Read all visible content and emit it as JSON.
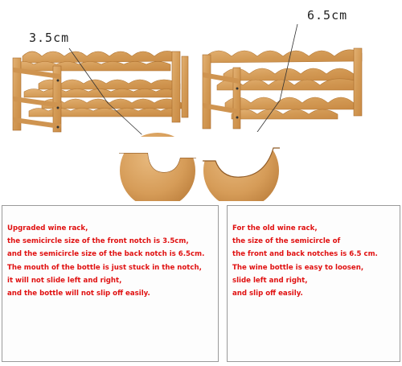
{
  "labels": {
    "upgraded_notch": "3.5cm",
    "old_notch": "6.5cm"
  },
  "panels": {
    "upgraded": [
      "Upgraded wine rack,",
      "the semicircle size of the front notch is 3.5cm,",
      "and the semicircle size of the back notch is 6.5cm.",
      "The mouth of the bottle is just stuck in the notch,",
      "it will not slide left and right,",
      "and the bottle will not slip off easily."
    ],
    "old": [
      "For the old wine rack,",
      "the size of the semicircle of",
      "the front and back notches is 6.5 cm.",
      "The wine bottle is easy to loosen,",
      "slide left and right,",
      "and slip off easily."
    ]
  },
  "colors": {
    "text_red": "#e01010",
    "bamboo": "#d9a25f",
    "bamboo_dark": "#b97c3a",
    "panel_border": "#9a9a9a"
  }
}
